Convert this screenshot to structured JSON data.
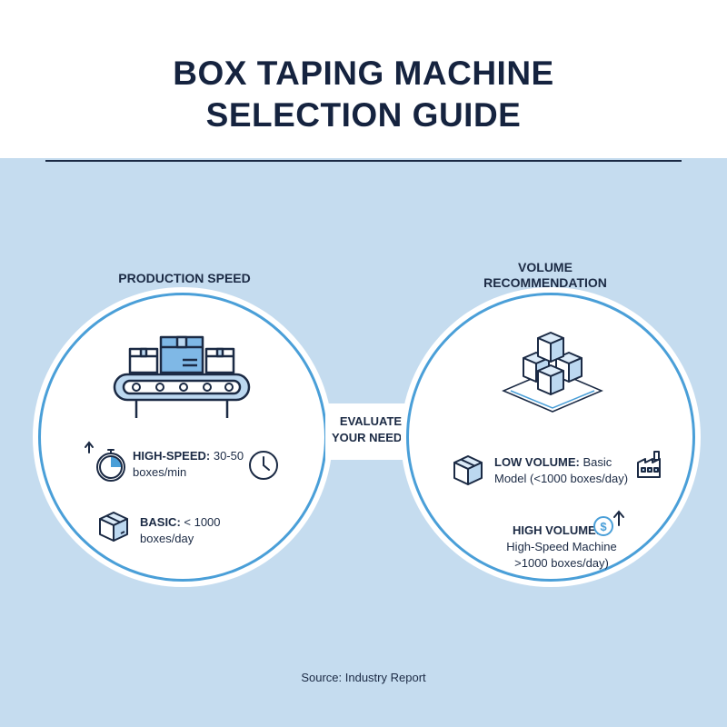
{
  "title_line1": "BOX TAPING MACHINE",
  "title_line2": "SELECTION GUIDE",
  "left": {
    "label": "PRODUCTION SPEED",
    "high_speed": {
      "term": "HIGH-SPEED:",
      "desc1": " 30-50",
      "desc2": "boxes/min"
    },
    "basic": {
      "term": "BASIC:",
      "desc1": " < 1000",
      "desc2": "boxes/day"
    }
  },
  "center": {
    "line1": "EVALUATE",
    "line2": "YOUR NEEDS"
  },
  "right": {
    "label_line1": "VOLUME",
    "label_line2": "RECOMMENDATION",
    "low_volume": {
      "term": "LOW VOLUME:",
      "desc1": " Basic",
      "desc2": "Model (<1000 boxes/day)"
    },
    "high_volume": {
      "term": "HIGH VOLUME:",
      "desc1": "High-Speed Machine",
      "desc2": ">1000 boxes/day)"
    }
  },
  "source": "Source: Industry Report",
  "icons": [
    "conveyor-icon",
    "stopwatch-icon",
    "up-arrow-icon",
    "clock-icon",
    "box-icon",
    "box-stack-icon",
    "factory-icon",
    "dollar-icon",
    "arrow-right-icon"
  ],
  "colors": {
    "background": "#c5dcef",
    "accent": "#4a9fd8",
    "box_blue": "#bcd8f0",
    "ink": "#1b2a44"
  }
}
